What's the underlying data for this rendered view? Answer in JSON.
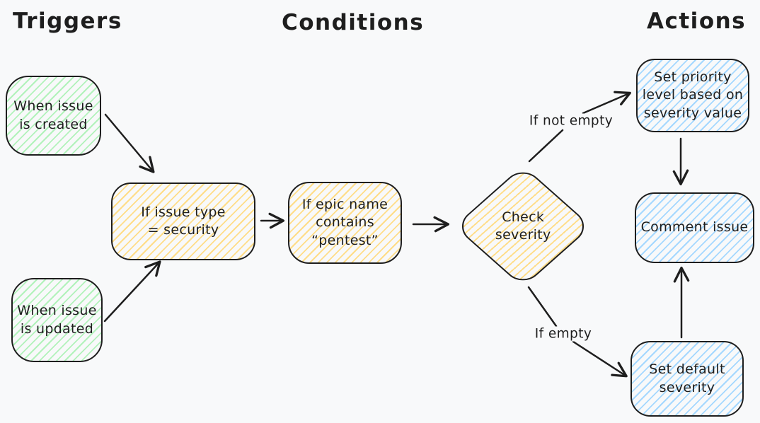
{
  "headers": {
    "triggers": "Triggers",
    "conditions": "Conditions",
    "actions": "Actions"
  },
  "nodes": {
    "when_created": "When issue\nis created",
    "when_updated": "When issue\nis updated",
    "if_issue_type": "If issue type\n= security",
    "if_epic_name": "If epic name\ncontains\n“pentest”",
    "check_severity": "Check\nseverity",
    "set_priority": "Set priority\nlevel based on\nseverity value",
    "comment_issue": "Comment issue",
    "set_default": "Set default\nseverity"
  },
  "edge_labels": {
    "if_not_empty": "If not empty",
    "if_empty": "If empty"
  },
  "colors": {
    "background": "#f8f9fa",
    "stroke": "#1e1e1e",
    "trigger_fill": "#b2f2bb",
    "condition_fill": "#ffdd88",
    "action_fill": "#a5d8ff"
  }
}
